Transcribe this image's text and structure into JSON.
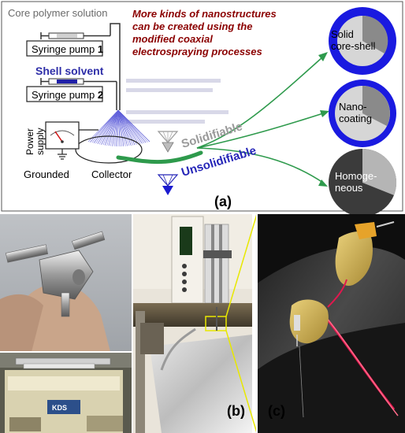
{
  "diagram": {
    "core_polymer_solution": "Core polymer solution",
    "headline": [
      "More kinds of nanostructures",
      "can be created using the",
      "modified coaxial",
      "electrospraying processes"
    ],
    "syringe_pump_1": "Syringe pump",
    "syringe_pump_1_num": "1",
    "shell_solvent": "Shell solvent",
    "syringe_pump_2": "Syringe pump",
    "syringe_pump_2_num": "2",
    "power_supply": [
      "Power",
      "supply"
    ],
    "grounded": "Grounded",
    "collector": "Collector",
    "solidifiable": "Solidifiable",
    "unsolidifiable": "Unsolidifiable",
    "outcome_1": [
      "Solid",
      "core-shell"
    ],
    "outcome_2": [
      "Nano-",
      "coating"
    ],
    "outcome_3": [
      "Homoge-",
      "neous"
    ],
    "panel_label": "(a)"
  },
  "photos": {
    "label_b": "(b)",
    "label_c": "(c)",
    "pump_brand": "KDS"
  },
  "colors": {
    "headline": "#8b0000",
    "shell_solvent": "#2e2ea8",
    "unsolidifiable": "#2626b8",
    "solidifiable": "#9a9a9a",
    "arrow_green": "#2e9a4c",
    "sphere_blue": "#1a1ae0",
    "sphere_dark": "#3b3b3b",
    "wire_red": "#e0184e"
  }
}
